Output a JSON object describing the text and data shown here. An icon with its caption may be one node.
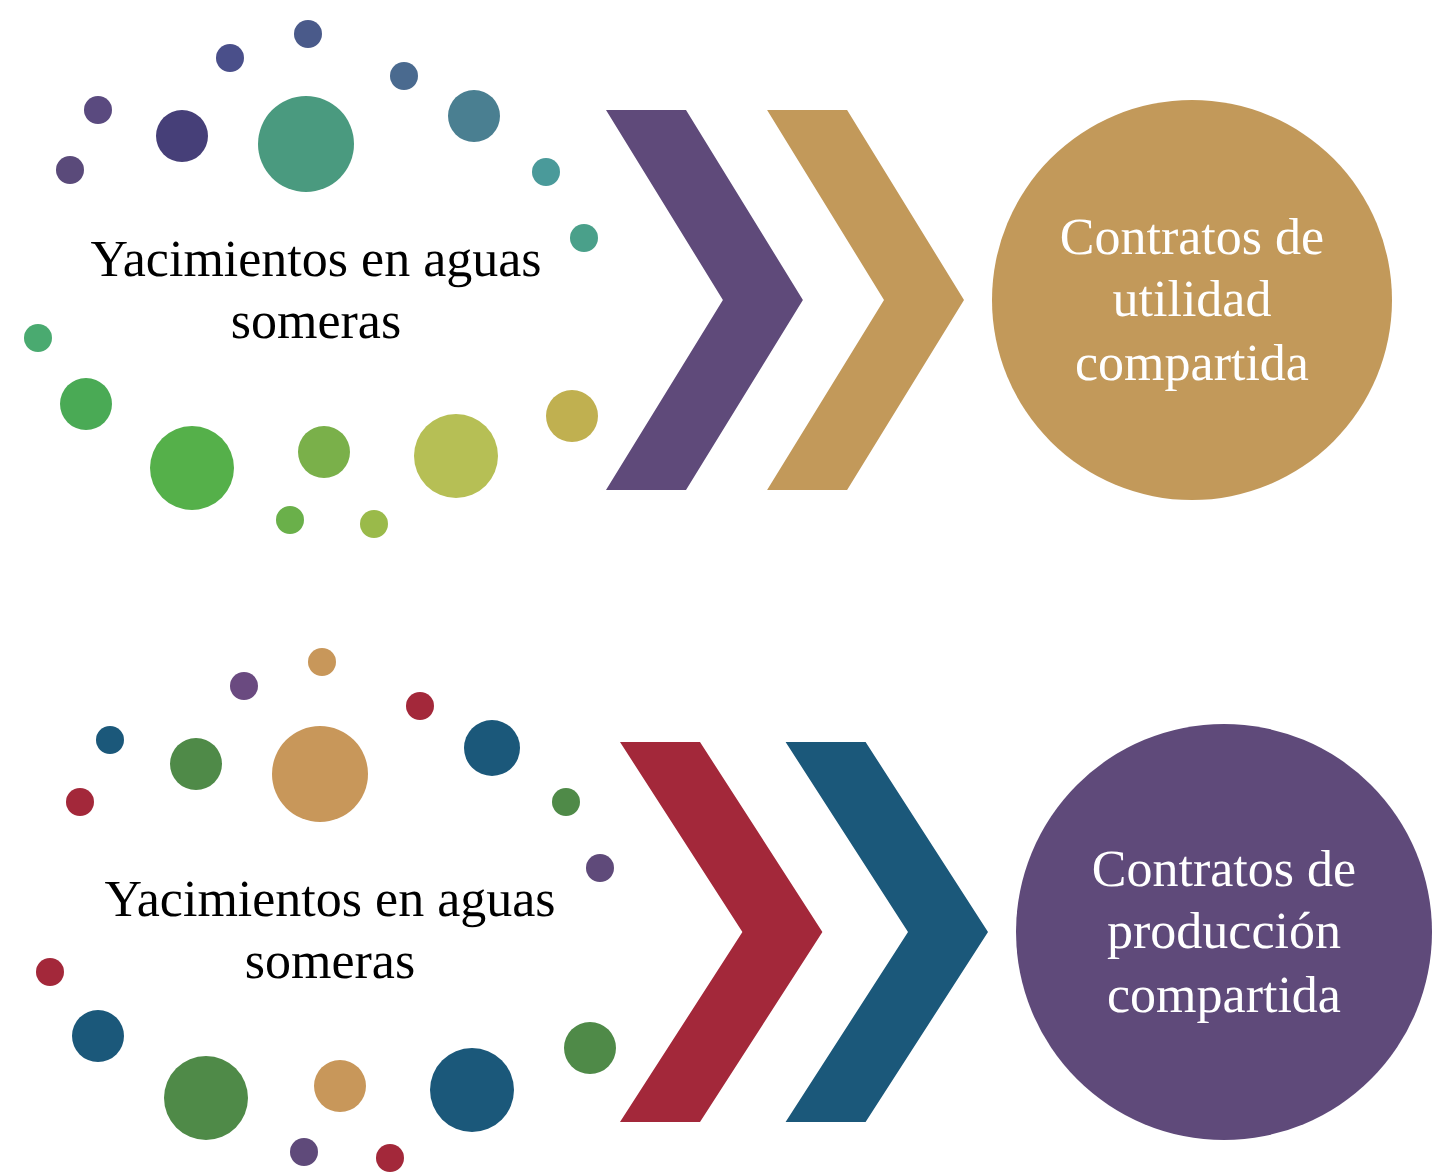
{
  "diagram": {
    "nodes": [
      {
        "text": [
          "Yacimientos en aguas someras"
        ]
      },
      {
        "text": [
          "Contratos de utilidad compartida"
        ]
      },
      {
        "text": [
          "Yacimientos en aguas someras"
        ]
      },
      {
        "text": [
          "Contratos de producción compartida"
        ]
      }
    ],
    "edges": [
      {
        "from": 0,
        "to": 1,
        "arrow": "to"
      },
      {
        "from": 2,
        "to": 3,
        "arrow": "to"
      }
    ]
  }
}
